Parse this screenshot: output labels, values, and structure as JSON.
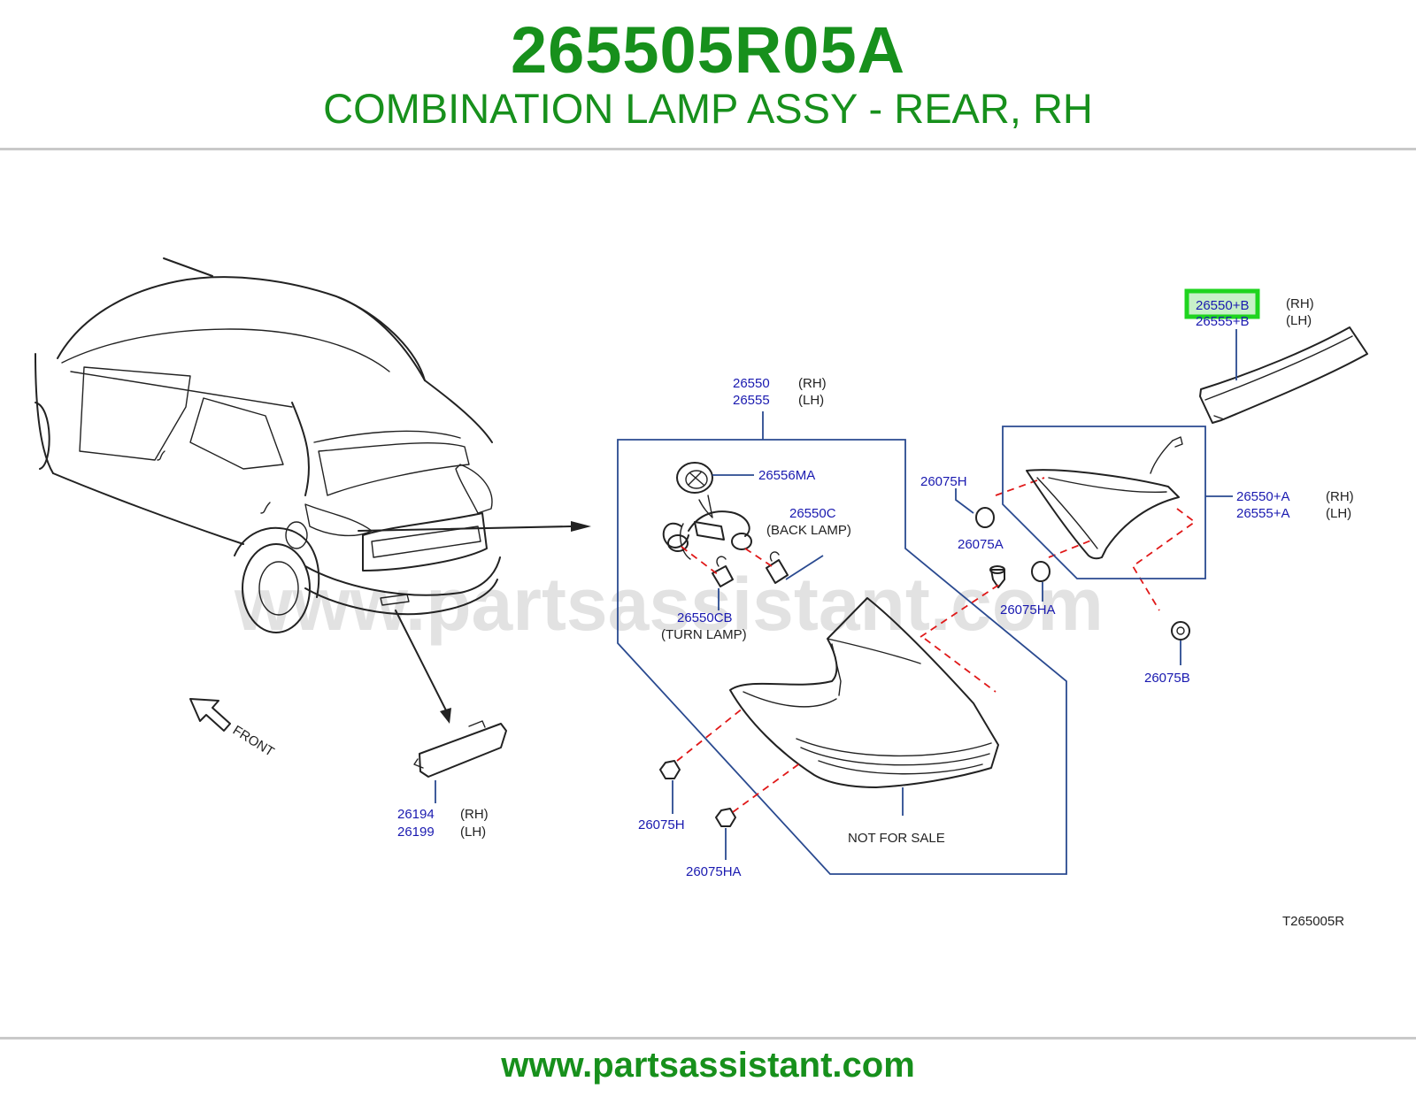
{
  "header": {
    "part_number": "265505R05A",
    "part_title": "COMBINATION LAMP ASSY - REAR, RH"
  },
  "footer": {
    "url": "www.partsassistant.com"
  },
  "watermark": "www.partsassistant.com",
  "colors": {
    "brand_green": "#17901c",
    "label_blue": "#1a1ab0",
    "highlight_green": "#1fd41f",
    "callout_line": "#2a4a90",
    "dashed_line": "#e01818"
  },
  "diagram": {
    "figure_code": "T265005R",
    "front_label": "FRONT",
    "labels": {
      "p26550b_rh": "26550+B",
      "p26555b_lh": "26555+B",
      "p26550b_side_rh": "(RH)",
      "p26555b_side_lh": "(LH)",
      "p26550_rh": "26550",
      "p26555_lh": "26555",
      "p26550_side_rh": "(RH)",
      "p26555_side_lh": "(LH)",
      "p26556ma": "26556MA",
      "p26550c": "26550C",
      "back_lamp": "(BACK   LAMP)",
      "p26550cb": "26550CB",
      "turn_lamp": "(TURN   LAMP)",
      "p26075h_top": "26075H",
      "p26075a": "26075A",
      "p26075ha_right": "26075HA",
      "p26550a_rh": "26550+A",
      "p26555a_lh": "26555+A",
      "p26550a_side_rh": "(RH)",
      "p26555a_side_lh": "(LH)",
      "p26075b": "26075B",
      "p26194_rh": "26194",
      "p26199_lh": "26199",
      "p26194_side_rh": "(RH)",
      "p26199_side_lh": "(LH)",
      "p26075h_bottom": "26075H",
      "p26075ha_bottom": "26075HA",
      "not_for_sale": "NOT   FOR   SALE"
    }
  }
}
